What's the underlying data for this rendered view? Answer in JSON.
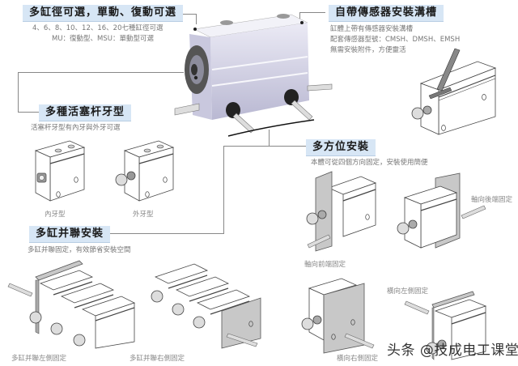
{
  "sections": {
    "bore": {
      "title": "多缸徑可選，單動、復動可選",
      "lines": [
        "4、6、8、10、12、16、20七種缸徑可選",
        "MU：復動型、MSU：單動型可選"
      ]
    },
    "sensor": {
      "title": "自帶傳感器安裝溝槽",
      "lines": [
        "缸體上帶有傳感器安裝溝槽",
        "配套傳感器型號：CMSH、DMSH、EMSH",
        "無需安裝附件，方便靈活"
      ]
    },
    "rod": {
      "title": "多種活塞杆牙型",
      "lines": [
        "活塞杆牙型有內牙與外牙可選"
      ],
      "captions": [
        "內牙型",
        "外牙型"
      ]
    },
    "mounting": {
      "title": "多方位安裝",
      "lines": [
        "本體可從四個方向固定，安裝使用簡便"
      ],
      "captions": [
        "軸向前端固定",
        "軸向後端固定",
        "橫向右側固定",
        "橫向左側固定"
      ]
    },
    "multi": {
      "title": "多缸并聯安裝",
      "lines": [
        "多缸并聯固定，有效節省安裝空間"
      ],
      "captions": [
        "多缸并聯左側固定",
        "多缸并聯右側固定"
      ]
    }
  },
  "watermark": "头条 @技成电工课堂",
  "colors": {
    "title_bg": "#d7e6f5",
    "leader_line": "#888888",
    "cylinder_body": "#d9d8ea",
    "plate": "#c8c8c8"
  }
}
